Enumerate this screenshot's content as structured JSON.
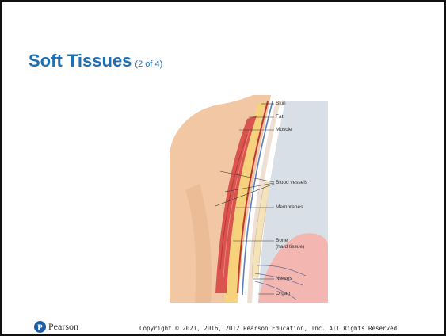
{
  "slide": {
    "title": "Soft Tissues",
    "subtitle": "(2 of 4)"
  },
  "figure": {
    "labels": {
      "skin": "Skin",
      "fat": "Fat",
      "muscle": "Muscle",
      "blood_vessels": "Blood vessels",
      "membranes": "Membranes",
      "bone_line1": "Bone",
      "bone_line2": "(hard tissue)",
      "nerves": "Nerves",
      "organ": "Organ"
    }
  },
  "footer": {
    "logo_text": "Pearson",
    "copyright": "Copyright © 2021, 2016, 2012 Pearson Education, Inc. All Rights Reserved"
  },
  "colors": {
    "title": "#1f6fb5",
    "logo": "#1a5fa8"
  }
}
